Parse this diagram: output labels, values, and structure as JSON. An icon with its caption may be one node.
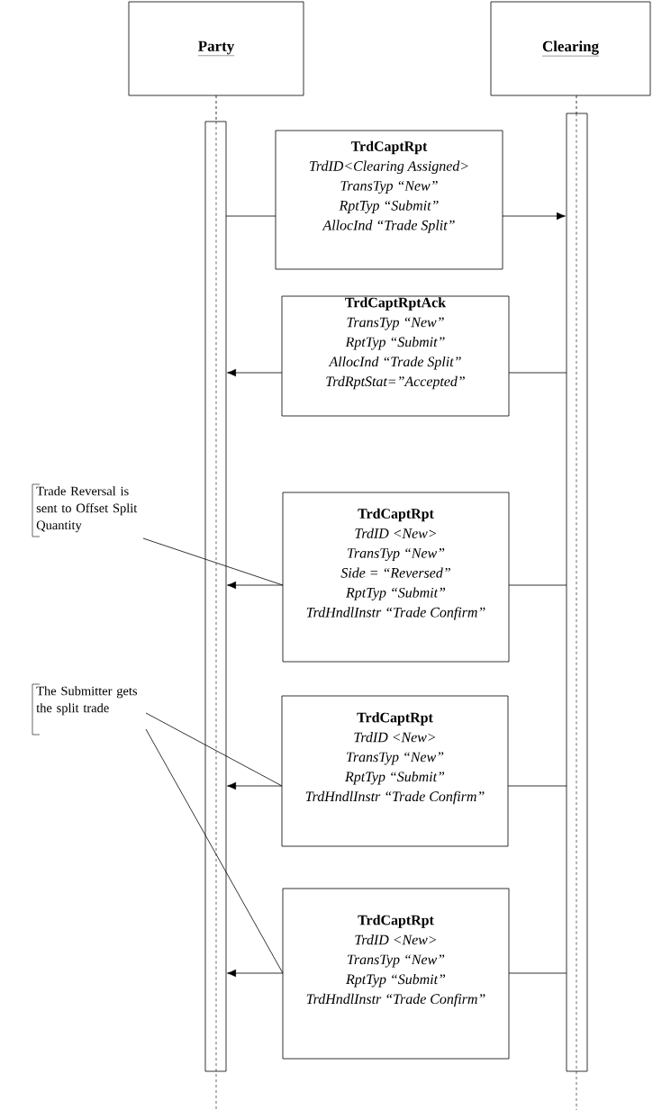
{
  "diagram": {
    "nodes": [
      {
        "text": [
          "Party"
        ]
      },
      {
        "text": [
          "Clearing"
        ]
      },
      {
        "text": [],
        "shape": "bar"
      },
      {
        "text": [],
        "shape": "bar"
      },
      {
        "text": [
          "TrdCaptRpt",
          "TrdID<Clearing Assigned>",
          "TransTyp “New”",
          "RptTyp “Submit”",
          "AllocInd “Trade Split”"
        ]
      },
      {
        "text": [
          "TrdCaptRptAck",
          "TransTyp “New”",
          "RptTyp “Submit”",
          "AllocInd “Trade Split”",
          "TrdRptStat=”Accepted”"
        ]
      },
      {
        "text": [
          "TrdCaptRpt",
          "TrdID <New>",
          "TransTyp “New”",
          "Side = “Reversed”",
          "RptTyp “Submit”",
          "TrdHndlInstr “Trade Confirm”"
        ]
      },
      {
        "text": [
          "TrdCaptRpt",
          "TrdID <New>",
          "TransTyp “New”",
          "RptTyp “Submit”",
          "TrdHndlInstr “Trade Confirm”"
        ]
      },
      {
        "text": [
          "TrdCaptRpt",
          "TrdID <New>",
          "TransTyp “New”",
          "RptTyp “Submit”",
          "TrdHndlInstr “Trade Confirm”"
        ]
      },
      {
        "text": [
          "Trade Reversal is sent to Offset Split Quantity"
        ]
      },
      {
        "text": [
          "The Submitter gets the split trade"
        ]
      }
    ],
    "edges": [
      {
        "from": 0,
        "to": 2,
        "arrow": "none",
        "style": "dashed"
      },
      {
        "from": 1,
        "to": 3,
        "arrow": "none",
        "style": "dashed"
      },
      {
        "from": 2,
        "to": 4,
        "arrow": "none"
      },
      {
        "from": 4,
        "to": 3,
        "arrow": "to"
      },
      {
        "from": 3,
        "to": 5,
        "arrow": "none"
      },
      {
        "from": 5,
        "to": 2,
        "arrow": "to"
      },
      {
        "from": 3,
        "to": 6,
        "arrow": "none"
      },
      {
        "from": 6,
        "to": 2,
        "arrow": "to"
      },
      {
        "from": 3,
        "to": 7,
        "arrow": "none"
      },
      {
        "from": 7,
        "to": 2,
        "arrow": "to"
      },
      {
        "from": 3,
        "to": 8,
        "arrow": "none"
      },
      {
        "from": 8,
        "to": 2,
        "arrow": "to"
      },
      {
        "from": 9,
        "to": 6,
        "arrow": "none"
      },
      {
        "from": 10,
        "to": 7,
        "arrow": "none"
      },
      {
        "from": 10,
        "to": 8,
        "arrow": "none"
      }
    ]
  }
}
